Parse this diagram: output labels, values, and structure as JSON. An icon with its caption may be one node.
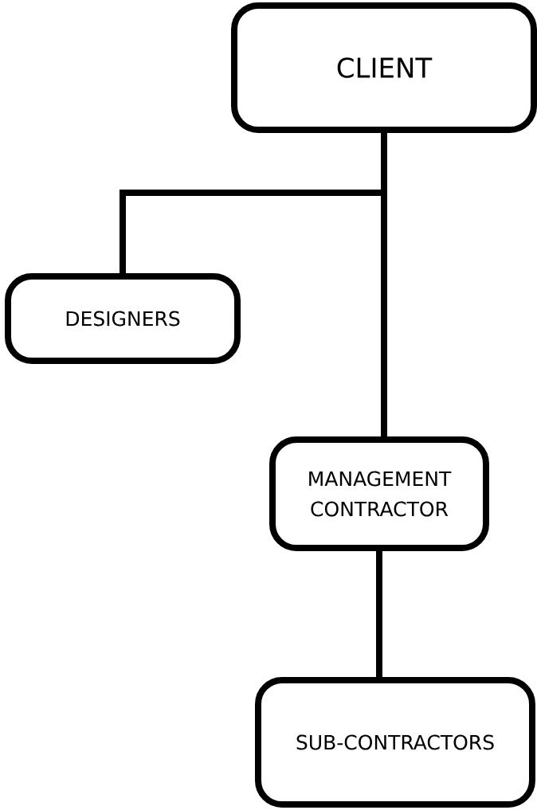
{
  "diagram": {
    "nodes": [
      {
        "text": [
          "CLIENT"
        ]
      },
      {
        "text": [
          "DESIGNERS"
        ]
      },
      {
        "text": [
          "MANAGEMENT CONTRACTOR"
        ]
      },
      {
        "text": [
          "SUB-CONTRACTORS"
        ]
      }
    ],
    "edges": [
      {
        "from": 0,
        "to": 1,
        "arrow": "none"
      },
      {
        "from": 0,
        "to": 2,
        "arrow": "none"
      },
      {
        "from": 2,
        "to": 3,
        "arrow": "none"
      }
    ]
  }
}
